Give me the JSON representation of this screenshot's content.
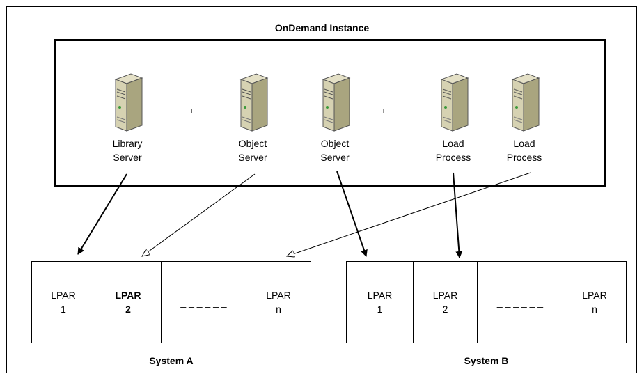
{
  "title": "OnDemand Instance",
  "servers": [
    {
      "label": "Library\nServer"
    },
    {
      "label": "Object\nServer"
    },
    {
      "label": "Object\nServer"
    },
    {
      "label": "Load\nProcess"
    },
    {
      "label": "Load\nProcess"
    }
  ],
  "plus": [
    "+",
    "+"
  ],
  "system_a": {
    "label": "System A",
    "lpars": [
      "LPAR\n1",
      "LPAR\n2",
      "_ _ _ _ _ _",
      "LPAR\nn"
    ]
  },
  "system_b": {
    "label": "System B",
    "lpars": [
      "LPAR\n1",
      "LPAR\n2",
      "_ _ _ _ _ _",
      "LPAR\nn"
    ]
  }
}
